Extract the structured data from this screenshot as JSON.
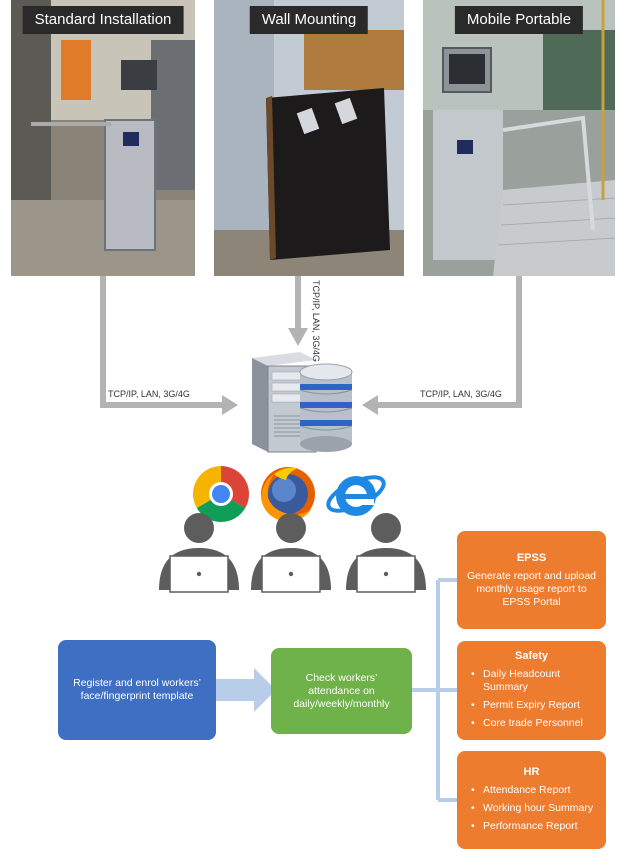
{
  "photos": [
    {
      "label": "Standard Installation",
      "icon": "turnstile-photo"
    },
    {
      "label": "Wall Mounting",
      "icon": "wall-mount-photo"
    },
    {
      "label": "Mobile Portable",
      "icon": "mobile-turnstile-photo"
    }
  ],
  "connections": {
    "left": "TCP/IP, LAN, 3G/4G",
    "middle": "TCP/IP, LAN, 3G/4G",
    "right": "TCP/IP, LAN, 3G/4G"
  },
  "icons": [
    "server-icon",
    "database-icon",
    "chrome-icon",
    "firefox-icon",
    "ie-icon",
    "user-laptop-icon"
  ],
  "flow": {
    "register": "Register and enrol workers’ face/fingerprint template",
    "check": "Check workers’ attendance on daily/weekly/monthly"
  },
  "outputs": {
    "epss": {
      "title": "EPSS",
      "text": "Generate report and upload monthly usage report to EPSS Portal"
    },
    "safety": {
      "title": "Safety",
      "items": [
        "Daily Headcount Summary",
        "Permit Expiry Report",
        "Core trade Personnel"
      ]
    },
    "hr": {
      "title": "HR",
      "items": [
        "Attendance Report",
        "Working hour Summary",
        "Performance Report"
      ]
    }
  },
  "colors": {
    "blue": "#3e6fc3",
    "green": "#70b24a",
    "orange": "#ee7c2f",
    "connector_gray": "#b3b3b3",
    "flow_light_blue": "#b7cde8"
  }
}
